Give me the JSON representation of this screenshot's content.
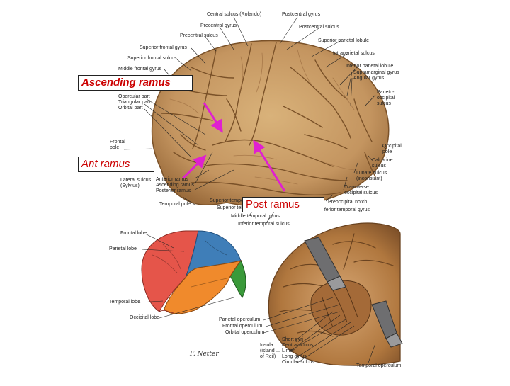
{
  "callouts": {
    "ascending": "Ascending ramus",
    "ant": "Ant ramus",
    "post": "Post ramus"
  },
  "top_labels": {
    "central_sulcus": "Central sulcus (Rolando)",
    "postcentral_gyrus": "Postcentral gyrus",
    "precentral_gyrus": "Precentral gyrus",
    "postcentral_sulcus": "Postcentral sulcus",
    "precentral_sulcus": "Precentral sulcus",
    "superior_parietal_lobule": "Superior parietal lobule",
    "superior_frontal_gyrus": "Superior frontal gyrus",
    "intraparietal_sulcus": "Intraparietal sulcus",
    "superior_frontal_sulcus": "Superior frontal sulcus",
    "inferior_parietal_lobule": "Inferior parietal lobule",
    "middle_frontal_gyrus": "Middle frontal gyrus",
    "supramarginal_gyrus": "Supramarginal gyrus",
    "angular_gyrus": "Angular gyrus",
    "parieto_occipital_sulcus": "Parieto-\noccipital\nsulcus",
    "opercular_part": "Opercular part",
    "triangular_part": "Triangular part",
    "orbital_part": "Orbital part",
    "frontal_pole": "Frontal\npole",
    "occipital_pole": "Occipital\npole",
    "calcarine_sulcus": "Calcarine\nsulcus",
    "lateral_sulcus": "Lateral sulcus\n(Sylvius)",
    "anterior_ramus": "Anterior ramus",
    "ascending_ramus": "Ascending ramus",
    "posterior_ramus": "Posterior ramus",
    "lunate_sulcus": "Lunate sulcus\n(inconstant)",
    "transverse_occipital_sulcus": "Transverse\noccipital sulcus",
    "preoccipital_notch": "Preoccipital notch",
    "inferior_temporal_gyrus": "Inferior temporal gyrus",
    "temporal_pole": "Temporal pole",
    "superior_temporal_gyrus": "Superior temporal gyrus",
    "superior_temporal_sulcus": "Superior temporal sulcus",
    "middle_temporal_gyrus": "Middle temporal gyrus",
    "inferior_temporal_sulcus": "Inferior temporal sulcus"
  },
  "lobe_labels": {
    "frontal": "Frontal lobe",
    "parietal": "Parietal lobe",
    "temporal": "Temporal lobe",
    "occipital": "Occipital lobe"
  },
  "insula_labels": {
    "parietal_operculum": "Parietal operculum",
    "frontal_operculum": "Frontal operculum",
    "orbital_operculum": "Orbital operculum",
    "short_gyri": "Short gyri",
    "central_sulcus": "Central sulcus",
    "limen": "Limen",
    "long_gyrus": "Long gyrus",
    "circular_sulcus": "Circular sulcus",
    "insula": "Insula\n(island\nof Reil)",
    "temporal_operculum": "Temporal operculum"
  },
  "signature": "F. Netter",
  "colors": {
    "frontal_lobe": "#e5554a",
    "parietal_lobe": "#3f7eb8",
    "temporal_lobe": "#f08a2c",
    "occipital_lobe": "#3a9a3a",
    "brain_tissue": "#c9a06a",
    "arrow": "#e020d0",
    "callout_text": "#cc0000"
  }
}
